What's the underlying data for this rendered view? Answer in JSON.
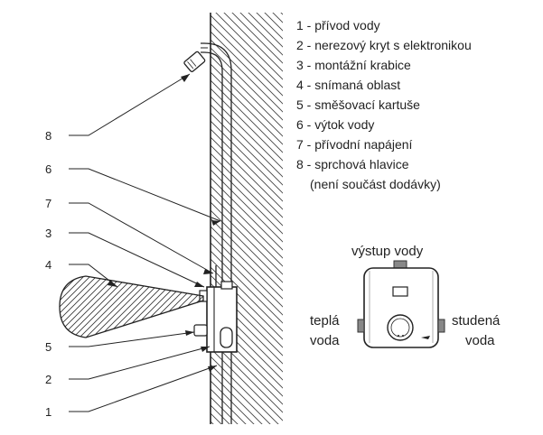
{
  "legend": {
    "items": [
      "1 - přívod vody",
      "2 - nerezový kryt s elektronikou",
      "3 - montážní krabice",
      "4 - snímaná oblast",
      "5 - směšovací kartuše",
      "6 - výtok vody",
      "7 - přívodní napájení",
      "8 - sprchová hlavice"
    ],
    "note": "(není součást dodávky)"
  },
  "callouts": [
    "8",
    "6",
    "7",
    "3",
    "4",
    "5",
    "2",
    "1"
  ],
  "unit_labels": {
    "top": "výstup vody",
    "left_line1": "teplá",
    "left_line2": "voda",
    "right_line1": "studená",
    "right_line2": "voda"
  }
}
